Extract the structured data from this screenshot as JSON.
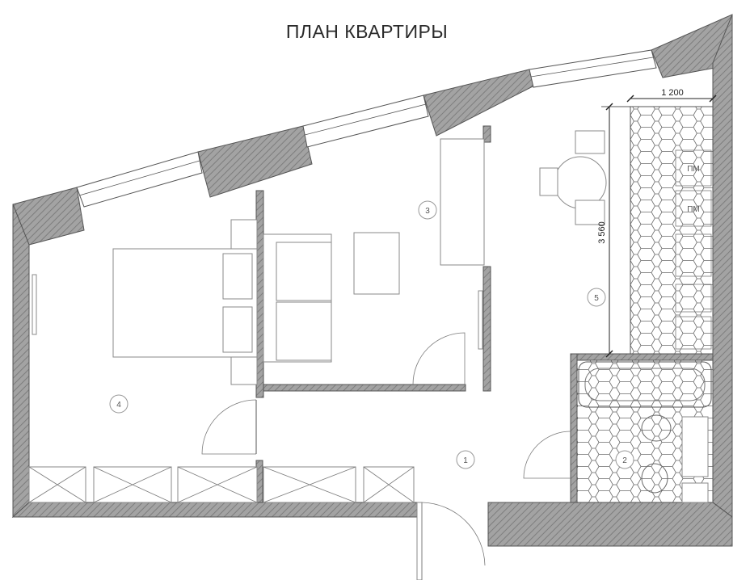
{
  "title": "ПЛАН КВАРТИРЫ",
  "rooms": [
    {
      "id": "room-1",
      "number": "1"
    },
    {
      "id": "room-2",
      "number": "2"
    },
    {
      "id": "room-3",
      "number": "3"
    },
    {
      "id": "room-4",
      "number": "4"
    },
    {
      "id": "room-5",
      "number": "5"
    }
  ],
  "dimensions": {
    "kitchen_width": "1 200",
    "kitchen_length": "3 560"
  },
  "appliance_labels": {
    "dishwasher_1": "ПМ",
    "dishwasher_2": "ПМ"
  },
  "colors": {
    "wall_fill": "#9a9a9a",
    "wall_stroke": "#555555",
    "furniture_stroke": "#8a8a8a"
  }
}
